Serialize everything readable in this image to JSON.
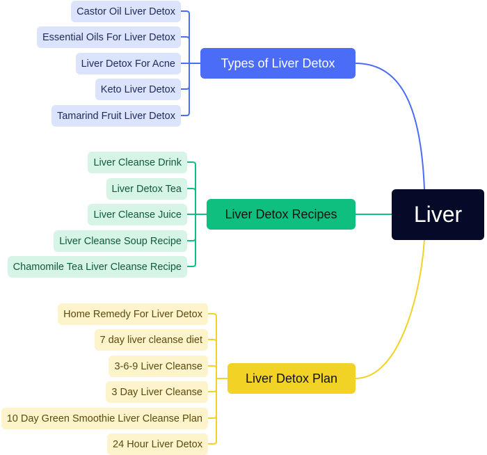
{
  "root": {
    "label": "Liver"
  },
  "branches": [
    {
      "label": "Types of Liver Detox",
      "color": "#4a6cf7",
      "children": [
        "Castor Oil Liver Detox",
        "Essential Oils For Liver Detox",
        "Liver Detox For Acne",
        "Keto Liver Detox",
        "Tamarind Fruit Liver Detox"
      ]
    },
    {
      "label": "Liver Detox Recipes",
      "color": "#0fbf7f",
      "children": [
        "Liver Cleanse Drink",
        "Liver Detox Tea",
        "Liver Cleanse Juice",
        "Liver Cleanse Soup Recipe",
        "Chamomile Tea Liver Cleanse Recipe"
      ]
    },
    {
      "label": "Liver Detox Plan",
      "color": "#f2d224",
      "children": [
        "Home Remedy For Liver Detox",
        "7 day liver cleanse diet",
        "3-6-9 Liver Cleanse",
        "3 Day Liver Cleanse",
        "10 Day Green Smoothie Liver Cleanse Plan",
        "24 Hour Liver Detox"
      ]
    }
  ]
}
